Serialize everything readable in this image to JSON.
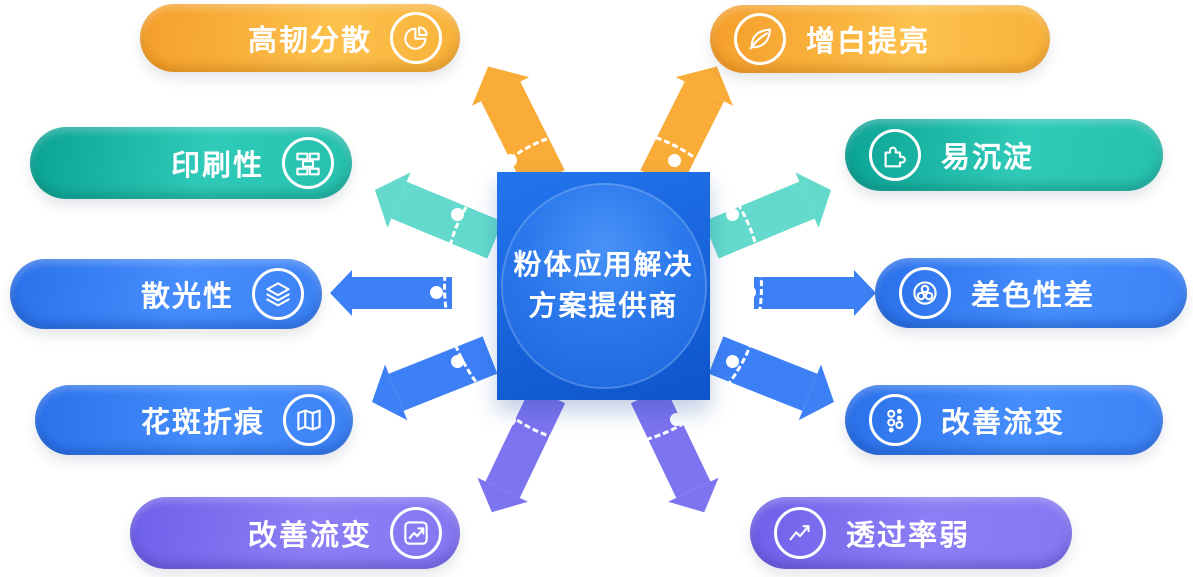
{
  "center": {
    "line1": "粉体应用解决",
    "line2": "方案提供商"
  },
  "pills": {
    "left": [
      {
        "label": "高韧分散",
        "icon": "pie-chart-icon",
        "color": "#f9ac38"
      },
      {
        "label": "印刷性",
        "icon": "bricks-icon",
        "color": "#27c0af"
      },
      {
        "label": "散光性",
        "icon": "layers-icon",
        "color": "#3d80f6"
      },
      {
        "label": "花斑折痕",
        "icon": "map-icon",
        "color": "#3d80f6"
      },
      {
        "label": "改善流变",
        "icon": "trend-up-icon",
        "color": "#7d74f0"
      }
    ],
    "right": [
      {
        "label": "增白提亮",
        "icon": "leaf-icon",
        "color": "#f9ac38"
      },
      {
        "label": "易沉淀",
        "icon": "puzzle-icon",
        "color": "#27c0af"
      },
      {
        "label": "差色性差",
        "icon": "circles-icon",
        "color": "#3d80f6"
      },
      {
        "label": "改善流变",
        "icon": "dots-icon",
        "color": "#3d80f6"
      },
      {
        "label": "透过率弱",
        "icon": "line-chart-icon",
        "color": "#7d74f0"
      }
    ]
  },
  "palette": {
    "orange": "#f9ac38",
    "teal": "#27c0af",
    "blue": "#3d80f6",
    "purple": "#7d74f0",
    "center_blue": "#2a78ec",
    "text": "#ffffff"
  }
}
